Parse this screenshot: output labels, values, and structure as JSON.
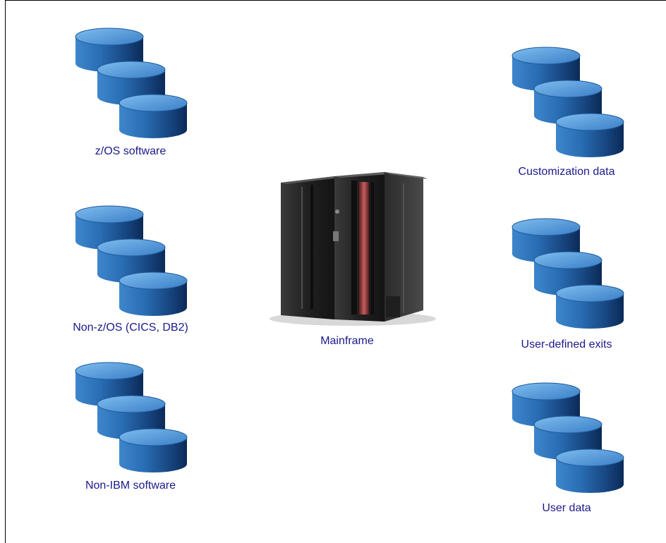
{
  "colors": {
    "caption_text": "#1a1a8c",
    "disk_light": "#5fa3e0",
    "disk_mid": "#2a6fb6",
    "disk_dark": "#0f3b78",
    "frame": "#000000"
  },
  "groups": {
    "zos_software": {
      "label": "z/OS software",
      "icon": "disk-stack-icon"
    },
    "non_zos": {
      "label": "Non-z/OS (CICS, DB2)",
      "icon": "disk-stack-icon"
    },
    "non_ibm_software": {
      "label": "Non-IBM software",
      "icon": "disk-stack-icon"
    },
    "customization_data": {
      "label": "Customization data",
      "icon": "disk-stack-icon"
    },
    "user_defined_exits": {
      "label": "User-defined exits",
      "icon": "disk-stack-icon"
    },
    "user_data": {
      "label": "User data",
      "icon": "disk-stack-icon"
    }
  },
  "mainframe": {
    "label": "Mainframe",
    "icon": "mainframe-icon"
  }
}
